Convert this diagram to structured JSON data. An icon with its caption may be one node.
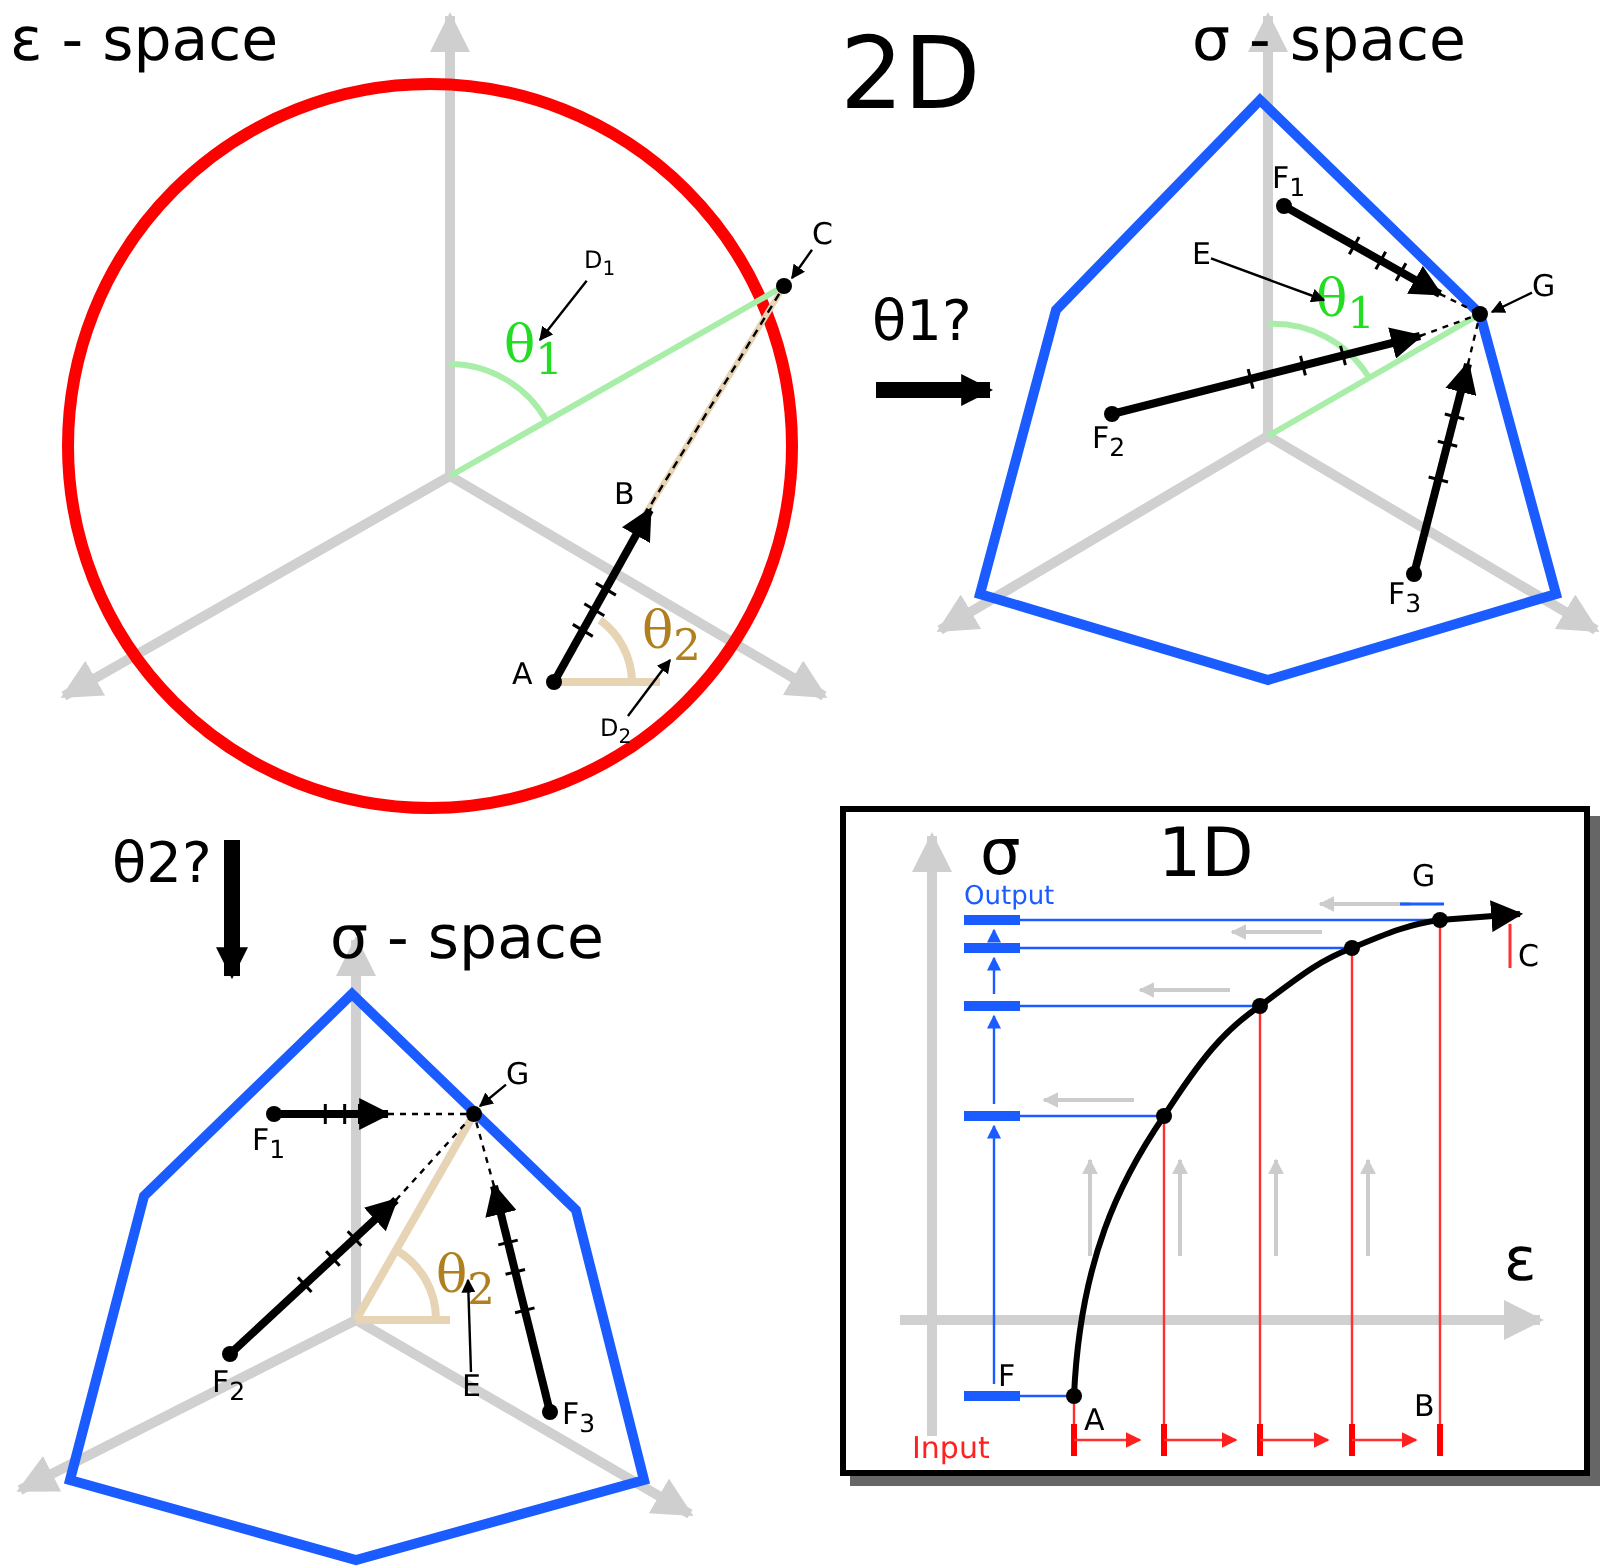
{
  "diagram": {
    "nodes": [
      {
        "text": [
          "1D"
        ]
      },
      {
        "text": [
          "C"
        ]
      },
      {
        "text": [
          "D$_{1}$"
        ]
      },
      {
        "text": [
          "θ$_{1}$"
        ]
      },
      {
        "text": [
          "θ$_{2}$"
        ]
      },
      {
        "text": [
          "D$_{2}$"
        ]
      },
      {
        "text": [
          "E"
        ]
      },
      {
        "text": [
          "θ$_{1}$"
        ]
      },
      {
        "text": [
          "G"
        ]
      },
      {
        "text": [
          "G"
        ]
      },
      {
        "text": [
          "θ$_{2}$"
        ]
      },
      {
        "text": [
          "E"
        ]
      }
    ],
    "edges": [
      {
        "from": 1,
        "to": null,
        "arrow": "to"
      },
      {
        "from": 2,
        "to": 3,
        "arrow": "to"
      },
      {
        "from": 5,
        "to": 4,
        "arrow": "to"
      },
      {
        "from": 6,
        "to": 7,
        "arrow": "to"
      },
      {
        "from": 8,
        "to": null,
        "arrow": "to"
      },
      {
        "from": 9,
        "to": null,
        "arrow": "to"
      },
      {
        "from": 11,
        "to": 10,
        "arrow": "to"
      }
    ],
    "labels": [
      "ε - space",
      "2D",
      "σ - space",
      "A",
      "B",
      "θ1?",
      "F$_{1}$",
      "F$_{2}$",
      "F$_{3}$",
      "θ2?",
      "σ - space",
      "F$_{1}$",
      "F$_{2}$",
      "F$_{3}$",
      "σ",
      "Output",
      "G",
      "C",
      "ε",
      "F",
      "A",
      "Input",
      "B"
    ]
  }
}
